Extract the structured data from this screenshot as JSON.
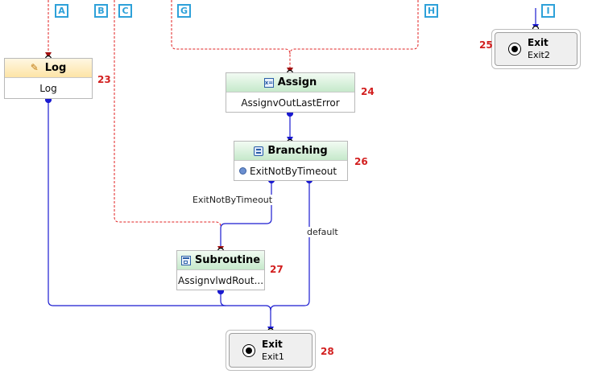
{
  "connectors": [
    {
      "letter": "A"
    },
    {
      "letter": "B"
    },
    {
      "letter": "C"
    },
    {
      "letter": "G"
    },
    {
      "letter": "H"
    },
    {
      "letter": "I"
    }
  ],
  "nodes": {
    "log": {
      "title": "Log",
      "body": "Log",
      "number": "23"
    },
    "assign": {
      "title": "Assign",
      "body": "AssignvOutLastError",
      "number": "24",
      "icon": "x="
    },
    "branching": {
      "title": "Branching",
      "body": "ExitNotByTimeout",
      "number": "26"
    },
    "subroutine": {
      "title": "Subroutine",
      "body": "AssignvlwdRout...",
      "number": "27"
    },
    "exit2": {
      "title": "Exit",
      "body": "Exit2",
      "number": "25"
    },
    "exit1": {
      "title": "Exit",
      "body": "Exit1",
      "number": "28"
    }
  },
  "edge_labels": {
    "exit_not_by_timeout": "ExitNotByTimeout",
    "default": "default"
  },
  "colors": {
    "connector_tag": "#2ea1d9",
    "dashed_wire": "#e02020",
    "solid_wire": "#1a1ad0",
    "step_number": "#d21f1f"
  }
}
